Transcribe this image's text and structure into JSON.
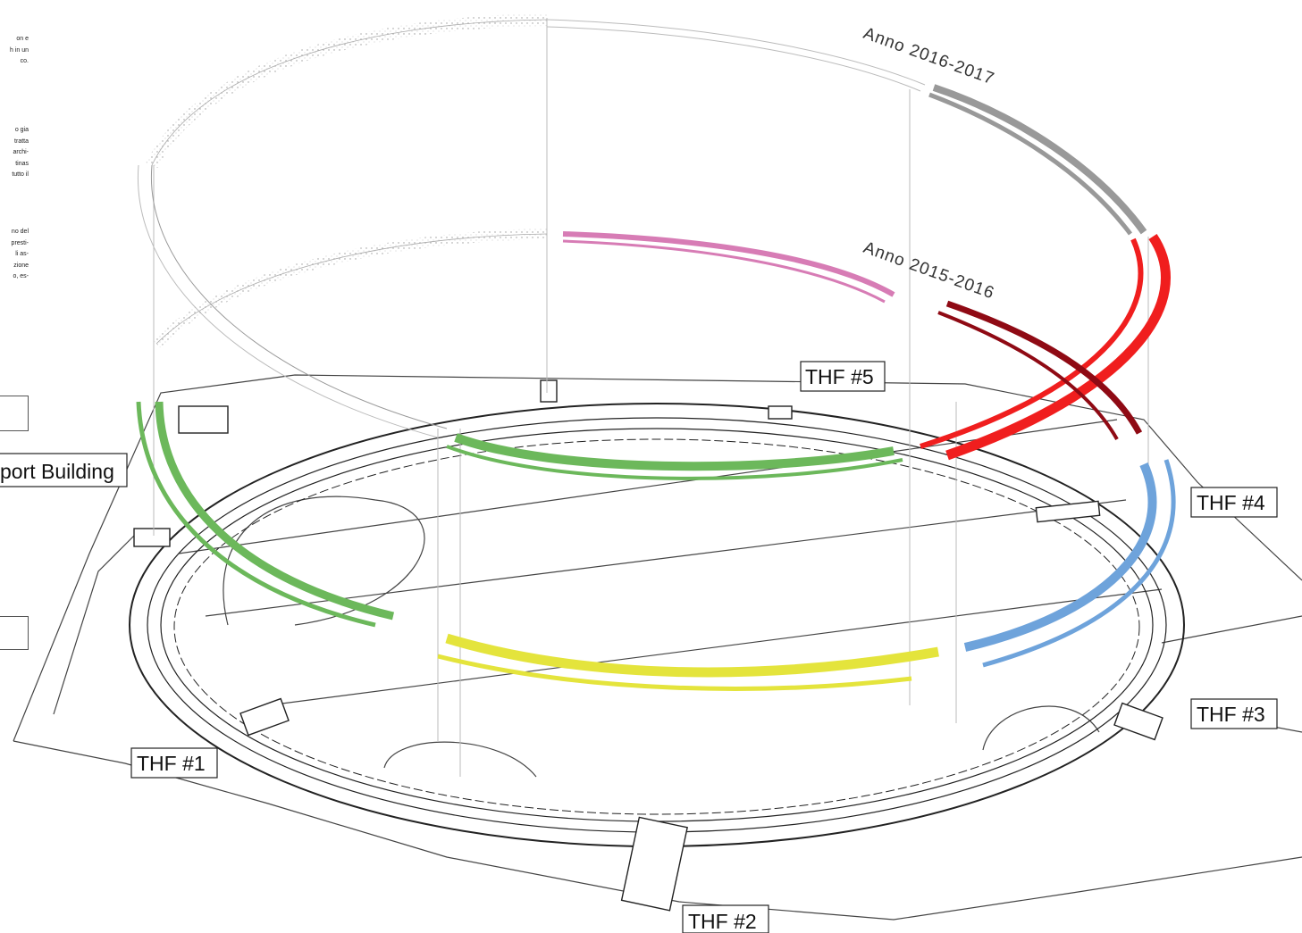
{
  "labels": {
    "thf1": "THF #1",
    "thf2": "THF #2",
    "thf3": "THF #3",
    "thf4": "THF #4",
    "thf5": "THF #5",
    "building": "port Building"
  },
  "years": {
    "upper": "Anno 2016-2017",
    "lower": "Anno 2015-2016"
  },
  "side_text": {
    "block1": "on e\nh in un\nco.",
    "block2": "o gia\ntratta\narchi-\ntinas\ntutto il",
    "block3": "no del\npresti-\nli as-\nzione\no, es-"
  },
  "colors": {
    "green": "#6cb85b",
    "yellow": "#e4e43c",
    "blue": "#6ea3db",
    "red": "#f01e1e",
    "dark_red": "#8f0a14",
    "pink": "#d77cb5",
    "gray": "#999999"
  }
}
